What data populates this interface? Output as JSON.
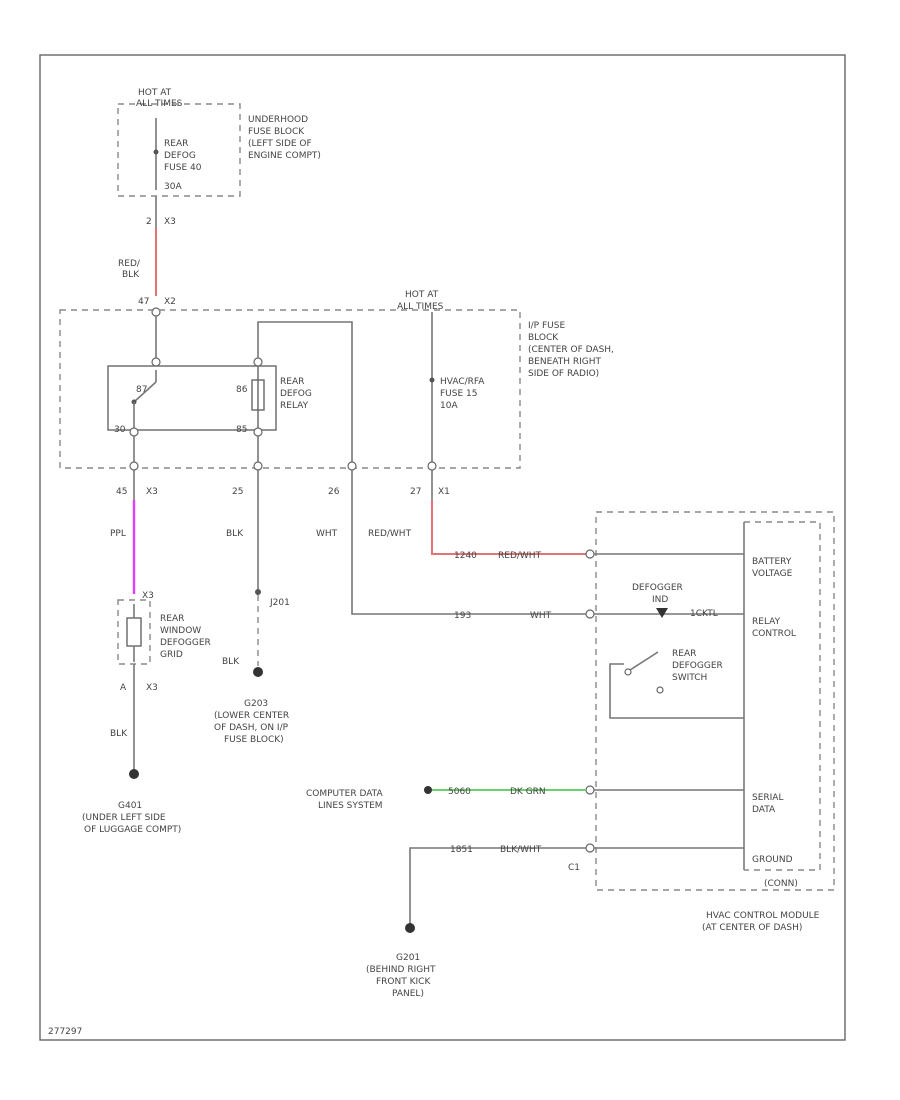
{
  "colors": {
    "red_blk_wire": "#e57373",
    "ppl_wire": "#e040fb",
    "grn_wire": "#69d26a",
    "line": "#777777"
  },
  "fuse40": {
    "hot_at": "HOT AT",
    "hot_times": "ALL TIMES",
    "name1": "REAR",
    "name2": "DEFOG",
    "name3": "FUSE 40",
    "amps": "30A",
    "block1": "UNDERHOOD",
    "block2": "FUSE BLOCK",
    "block3": "(LEFT SIDE OF",
    "block4": "ENGINE COMPT)"
  },
  "wire_redblk": {
    "pin": "2",
    "conn": "X3",
    "color1": "RED/",
    "color2": "BLK",
    "pin_in": "47",
    "conn_in": "X2"
  },
  "ip_fuse_block": {
    "hot_at": "HOT AT",
    "hot_times": "ALL TIMES",
    "line1": "I/P FUSE",
    "line2": "BLOCK",
    "line3": "(CENTER OF DASH,",
    "line4": "BENEATH RIGHT",
    "line5": "SIDE OF RADIO)",
    "relay1": "REAR",
    "relay2": "DEFOG",
    "relay3": "RELAY",
    "relay_pin_87": "87",
    "relay_pin_30": "30",
    "relay_pin_86": "86",
    "relay_pin_85": "85",
    "hvac_fuse1": "HVAC/RFA",
    "hvac_fuse2": "FUSE 15",
    "hvac_fuse3": "10A"
  },
  "lower_wires": {
    "pin_45": "45",
    "conn_45": "X3",
    "ppl": "PPL",
    "pin_25": "25",
    "blk": "BLK",
    "pin_26": "26",
    "wht": "WHT",
    "pin_27": "27",
    "conn_27": "X1",
    "redwht": "RED/WHT"
  },
  "grid": {
    "conn": "X3",
    "c1": "REAR",
    "c2": "WINDOW",
    "c3": "DEFOGGER",
    "c4": "GRID",
    "pin_a": "A",
    "conn_a": "X3",
    "blk": "BLK",
    "g1": "G401",
    "g2": "(UNDER LEFT SIDE",
    "g3": "OF LUGGAGE COMPT)"
  },
  "g203": {
    "splice": "J201",
    "blk": "BLK",
    "g1": "G203",
    "g2": "(LOWER CENTER",
    "g3": "OF DASH, ON I/P",
    "g4": "FUSE BLOCK)"
  },
  "hvac": {
    "battery1": "BATTERY",
    "battery2": "VOLTAGE",
    "relay1": "RELAY",
    "relay2": "CONTROL",
    "serial1": "SERIAL",
    "serial2": "DATA",
    "ground": "GROUND",
    "led1": "DEFOGGER",
    "led2": "IND",
    "sw1": "REAR",
    "sw2": "DEFOGGER",
    "sw3": "SWITCH",
    "conn": "(CONN)",
    "name1": "HVAC CONTROL MODULE",
    "name2": "(AT CENTER OF DASH)",
    "circ_bat": "1240",
    "wire_bat": "RED/WHT",
    "circ_relay": "193",
    "wire_relay": "WHT",
    "circ_led": "1CKTL",
    "circ_data": "5060",
    "wire_data": "DK GRN",
    "circ_gnd": "1851",
    "wire_gnd": "BLK/WHT",
    "pin_gnd": "C1",
    "data_label1": "COMPUTER DATA",
    "data_label2": "LINES SYSTEM",
    "g1": "G201",
    "g2": "(BEHIND RIGHT",
    "g3": "FRONT KICK",
    "g4": "PANEL)"
  },
  "footer": {
    "code": "277297"
  }
}
